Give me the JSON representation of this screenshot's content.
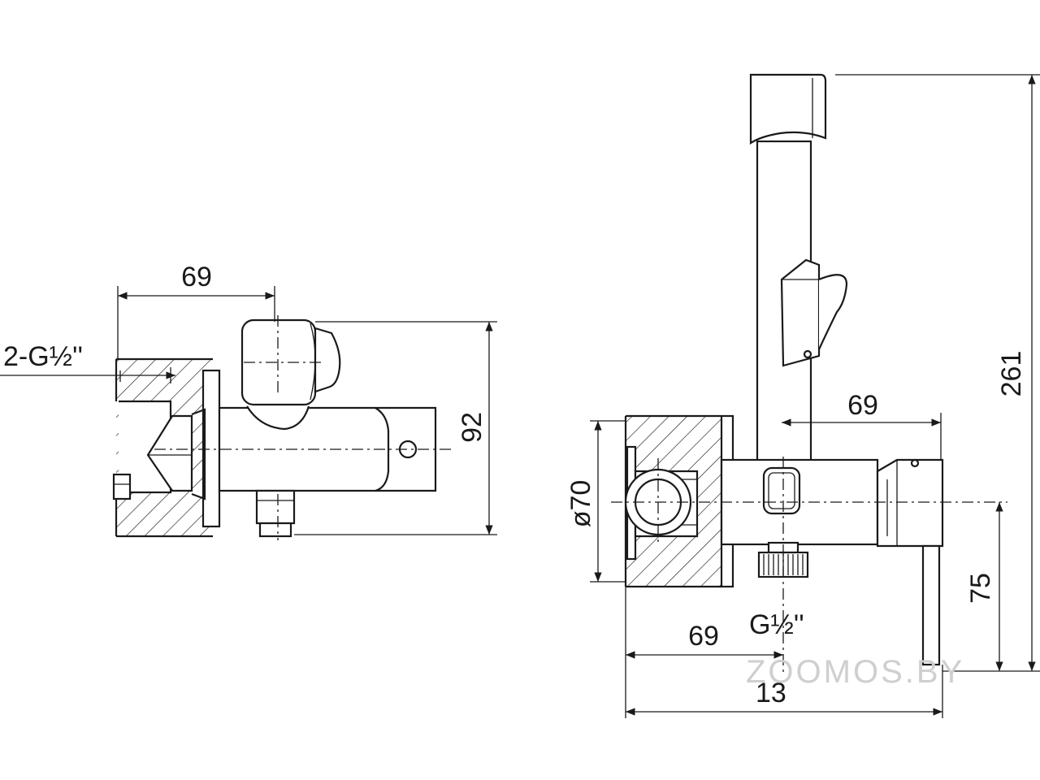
{
  "drawing": {
    "left_view": {
      "dim_width": "69",
      "dim_height": "92",
      "thread_label": "2-G½''"
    },
    "right_view": {
      "dim_diameter": "ø70",
      "dim_handle_offset": "69",
      "dim_total_height": "261",
      "dim_outlet_height": "75",
      "thread_label": "G½''",
      "dim_outlet_offset": "69",
      "dim_total_width": "13"
    },
    "watermark": "ZOOMOS.BY"
  }
}
